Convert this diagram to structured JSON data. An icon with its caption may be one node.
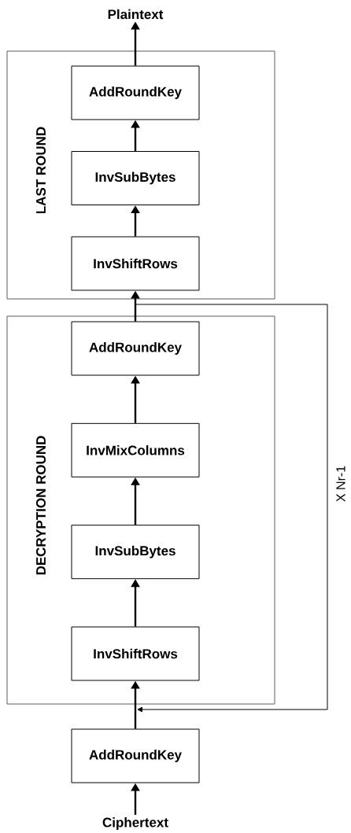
{
  "diagram": {
    "nodes": [
      {
        "text": [
          "Plaintext"
        ]
      },
      {
        "text": [
          "LAST ROUND"
        ]
      },
      {
        "text": [
          "AddRoundKey"
        ],
        "in": 1
      },
      {
        "text": [
          "InvSubBytes"
        ],
        "in": 1
      },
      {
        "text": [
          "InvShiftRows"
        ],
        "in": 1
      },
      {
        "text": [
          "DECRYPTION ROUND"
        ]
      },
      {
        "text": [
          "AddRoundKey"
        ],
        "in": 5
      },
      {
        "text": [
          "InvMixColumns"
        ],
        "in": 5
      },
      {
        "text": [
          "InvSubBytes"
        ],
        "in": 5
      },
      {
        "text": [
          "InvShiftRows"
        ],
        "in": 5
      },
      {
        "text": [
          "AddRoundKey"
        ]
      },
      {
        "text": [
          "Ciphertext"
        ]
      }
    ],
    "edges": [
      {
        "from": 11,
        "to": 10,
        "arrow": "to"
      },
      {
        "from": 10,
        "to": 9,
        "arrow": "to"
      },
      {
        "from": 9,
        "to": 8,
        "arrow": "to"
      },
      {
        "from": 8,
        "to": 7,
        "arrow": "to"
      },
      {
        "from": 7,
        "to": 6,
        "arrow": "to"
      },
      {
        "from": 6,
        "to": 4,
        "arrow": "to"
      },
      {
        "from": 4,
        "to": 3,
        "arrow": "to"
      },
      {
        "from": 3,
        "to": 2,
        "arrow": "to"
      },
      {
        "from": 2,
        "to": 0,
        "arrow": "to"
      },
      {
        "from": 6,
        "to": 5,
        "arrow": "to",
        "label": "X Nr-1"
      }
    ]
  }
}
